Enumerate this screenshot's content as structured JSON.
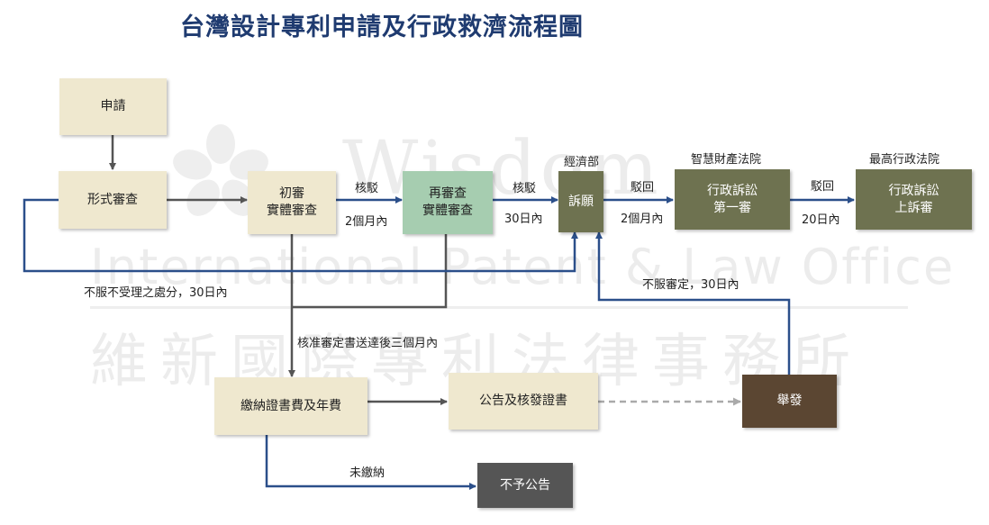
{
  "title": "台灣設計專利申請及行政救濟流程圖",
  "watermark": {
    "line1": "Wisdom",
    "line2": "International Patent & Law Office",
    "line3": "維新國際專利法律事務所"
  },
  "colors": {
    "title": "#1f3b70",
    "arrow_blue": "#2b4f8a",
    "arrow_gray": "#555555",
    "dashed": "#aaaaaa",
    "beige": "#efe8cf",
    "green": "#a6cdb0",
    "olive": "#6e7250",
    "brown": "#5b4632",
    "dark_gray": "#555555"
  },
  "nodes": {
    "apply": "申請",
    "formal_exam": "形式審查",
    "first_exam": [
      "初審",
      "實體審查"
    ],
    "re_exam": [
      "再審查",
      "實體審查"
    ],
    "petition": "訴願",
    "ip_court": [
      "行政訴訟",
      "第一審"
    ],
    "supreme_admin": [
      "行政訴訟",
      "上訴審"
    ],
    "pay_fees": "繳納證書費及年費",
    "announce": "公告及核發證書",
    "invalidation": "舉發",
    "no_announce": "不予公告"
  },
  "agency_labels": {
    "moea": "經濟部",
    "ip_court": "智慧財產法院",
    "supreme_admin": "最高行政法院"
  },
  "edge_labels": {
    "reject1": "核駁",
    "reject1_time": "2個月內",
    "reject2": "核駁",
    "reject2_time": "30日內",
    "dismiss1": "駁回",
    "dismiss1_time": "2個月內",
    "dismiss2": "駁回",
    "dismiss2_time": "20日內",
    "not_accepted": "不服不受理之處分，30日內",
    "approval": "核准審定書送達後三個月內",
    "disagree_decision": "不服審定，30日內",
    "unpaid": "未繳納"
  }
}
